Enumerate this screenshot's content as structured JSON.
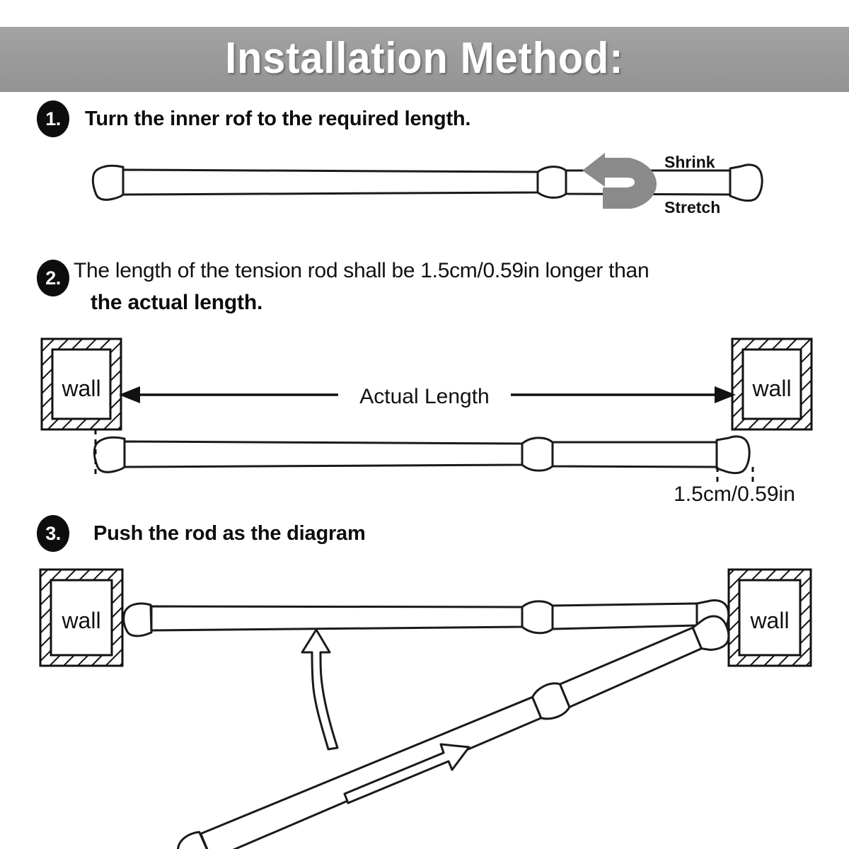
{
  "header": {
    "title": "Installation Method:",
    "background_color": "#9b9b9b",
    "text_color": "#ffffff"
  },
  "steps": [
    {
      "number": "1.",
      "text": "Turn the inner rof to the required length."
    },
    {
      "number": "2.",
      "text_line1": "The length of the tension rod shall be 1.5cm/0.59in longer than",
      "text_line2": "the actual length."
    },
    {
      "number": "3.",
      "text": "Push the rod as the diagram"
    }
  ],
  "diagram1": {
    "rotation_arrow_color": "#8a8a8a",
    "label_shrink": "Shrink",
    "label_stretch": "Stretch"
  },
  "diagram2": {
    "wall_left_label": "wall",
    "wall_right_label": "wall",
    "measure_label": "Actual Length",
    "extra_length_label": "1.5cm/0.59in"
  },
  "diagram3": {
    "wall_left_label": "wall",
    "wall_right_label": "wall"
  }
}
